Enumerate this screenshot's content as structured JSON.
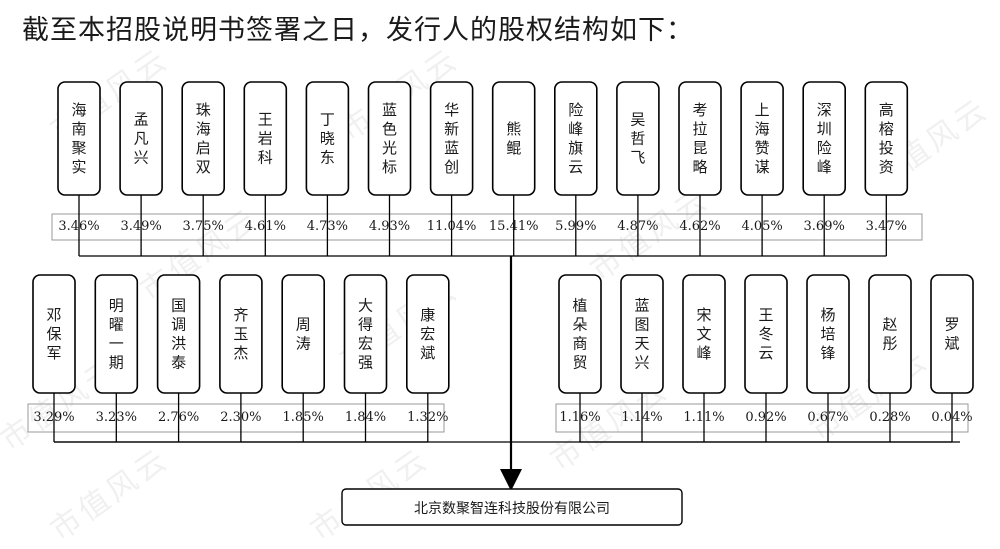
{
  "title": "截至本招股说明书签署之日，发行人的股权结构如下：",
  "watermark": "市值风云",
  "company": "北京数聚智连科技股份有限公司",
  "top_row": [
    {
      "name": "海南聚实",
      "pct": "3.46%"
    },
    {
      "name": "孟凡兴",
      "pct": "3.49%"
    },
    {
      "name": "珠海启双",
      "pct": "3.75%"
    },
    {
      "name": "王岩科",
      "pct": "4.61%"
    },
    {
      "name": "丁晓东",
      "pct": "4.73%"
    },
    {
      "name": "蓝色光标",
      "pct": "4.93%"
    },
    {
      "name": "华新蓝创",
      "pct": "11.04%"
    },
    {
      "name": "熊鲲",
      "pct": "15.41%"
    },
    {
      "name": "险峰旗云",
      "pct": "5.99%"
    },
    {
      "name": "吴哲飞",
      "pct": "4.87%"
    },
    {
      "name": "考拉昆略",
      "pct": "4.62%"
    },
    {
      "name": "上海赞谋",
      "pct": "4.05%"
    },
    {
      "name": "深圳险峰",
      "pct": "3.69%"
    },
    {
      "name": "高榕投资",
      "pct": "3.47%"
    }
  ],
  "bottom_left": [
    {
      "name": "邓保军",
      "pct": "3.29%"
    },
    {
      "name": "明曜一期",
      "pct": "3.23%"
    },
    {
      "name": "国调洪泰",
      "pct": "2.76%"
    },
    {
      "name": "齐玉杰",
      "pct": "2.30%"
    },
    {
      "name": "周涛",
      "pct": "1.85%"
    },
    {
      "name": "大得宏强",
      "pct": "1.84%"
    },
    {
      "name": "康宏斌",
      "pct": "1.32%"
    }
  ],
  "bottom_right": [
    {
      "name": "植朵商贸",
      "pct": "1.16%"
    },
    {
      "name": "蓝图天兴",
      "pct": "1.14%"
    },
    {
      "name": "宋文峰",
      "pct": "1.11%"
    },
    {
      "name": "王冬云",
      "pct": "0.92%"
    },
    {
      "name": "杨培锋",
      "pct": "0.67%"
    },
    {
      "name": "赵彤",
      "pct": "0.28%"
    },
    {
      "name": "罗斌",
      "pct": "0.04%"
    }
  ]
}
